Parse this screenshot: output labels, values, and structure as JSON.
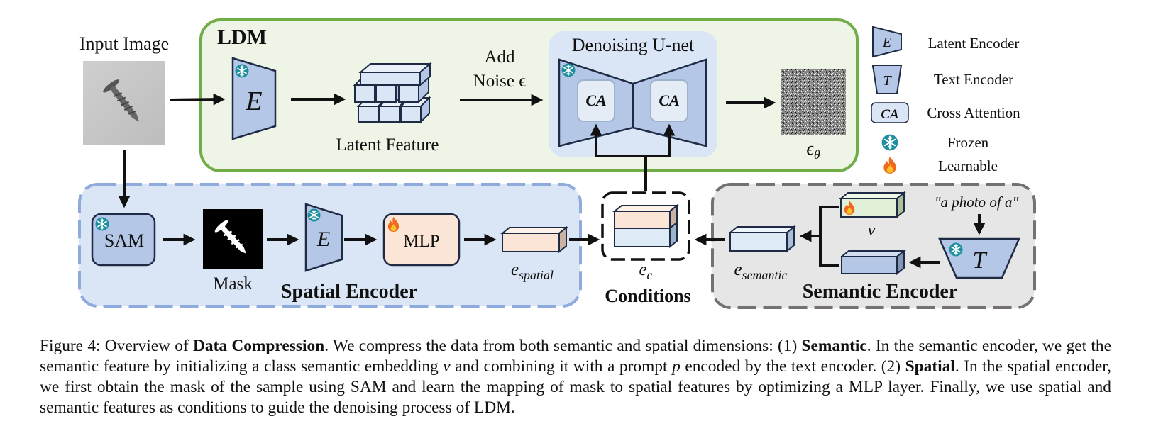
{
  "labels": {
    "input_image": "Input Image",
    "ldm": "LDM",
    "latent_feature": "Latent Feature",
    "add": "Add",
    "noise": "Noise ϵ",
    "denoising_unet": "Denoising U-net",
    "ca": "CA",
    "eps_theta": "ϵθ",
    "encoder_symbol": "E",
    "text_symbol": "T",
    "sam": "SAM",
    "mask": "Mask",
    "mlp": "MLP",
    "e_spatial": "e",
    "e_spatial_sub": "spatial",
    "e_c": "e",
    "e_c_sub": "c",
    "e_semantic": "e",
    "e_semantic_sub": "semantic",
    "v": "v",
    "prompt": "\"a photo of a\"",
    "spatial_encoder": "Spatial Encoder",
    "conditions": "Conditions",
    "semantic_encoder": "Semantic Encoder"
  },
  "legend": {
    "latent_encoder": "Latent Encoder",
    "text_encoder": "Text Encoder",
    "cross_attention": "Cross Attention",
    "frozen": "Frozen",
    "learnable": "Learnable"
  },
  "icons": {
    "frozen": "snowflake-icon",
    "learnable": "flame-icon"
  },
  "colors": {
    "ldm_border": "#70AD47",
    "ldm_fill": "#EEF5E6",
    "encoder_fill": "#B4C7E7",
    "spatial_fill": "#DAE6F5",
    "spatial_border": "#8FAADC",
    "semantic_fill": "#E7E6E6",
    "semantic_border": "#767171",
    "mlp_fill": "#FBE5D6",
    "v_fill": "#E2F0D9"
  },
  "caption": {
    "figure_num": "Figure 4:",
    "p1": " Overview of ",
    "b1": "Data Compression",
    "p2": ". We compress the data from both semantic and spatial dimensions: (1) ",
    "b2": "Semantic",
    "p3": ". In the semantic encoder, we get the semantic feature by initializing a class semantic embedding ",
    "v": "v",
    "p4": " and combining it with a prompt ",
    "p": "p",
    "p5": " encoded by the text encoder. (2) ",
    "b3": "Spatial",
    "p6": ". In the spatial encoder, we first obtain the mask of the sample using SAM and learn the mapping of mask to spatial features by optimizing a MLP layer. Finally, we use spatial and semantic features as conditions to guide the denoising process of LDM."
  }
}
